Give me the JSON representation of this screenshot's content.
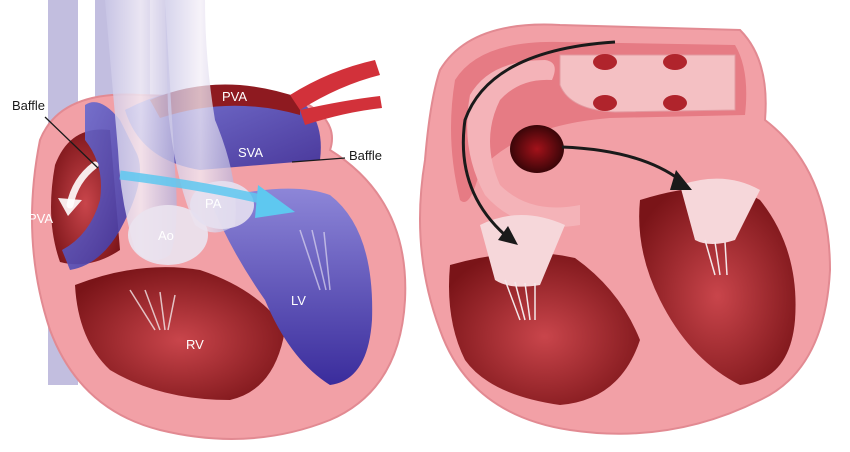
{
  "labels": {
    "baffle_left": "Baffle",
    "baffle_right": "Baffle",
    "pva_top": "PVA",
    "sva": "SVA",
    "pva_left": "PVA",
    "pa": "PA",
    "ao": "Ao",
    "lv": "LV",
    "rv": "RV"
  },
  "colors": {
    "myocardium": "#f2a0a6",
    "chamber": "#b8343b",
    "baffle_blue": "#5a5fc8",
    "arrow_cyan": "#5ec8f0"
  }
}
